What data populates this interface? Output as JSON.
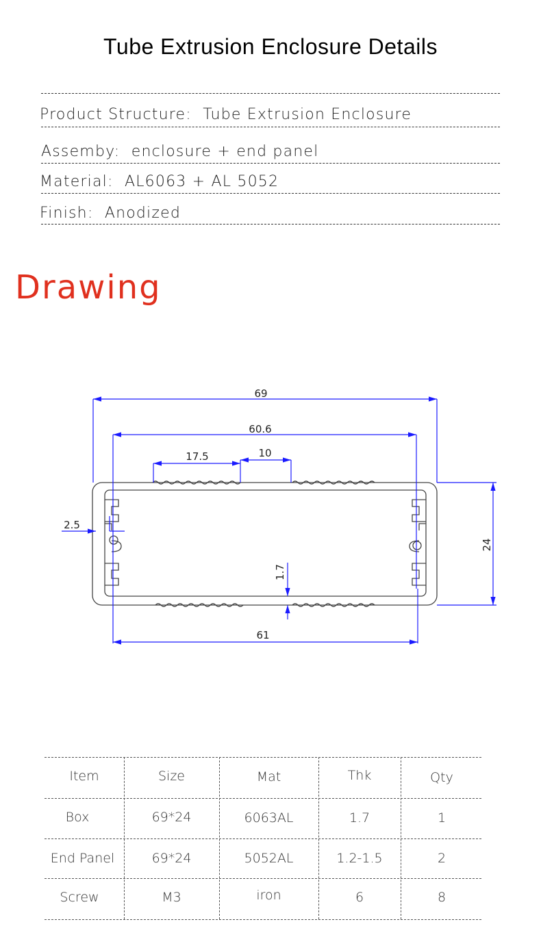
{
  "title": "Tube Extrusion Enclosure Details",
  "specs": [
    "Product Structure:  Tube Extrusion Enclosure",
    "Assemby:  enclosure + end panel",
    "Material:  AL6063 + AL 5052",
    "Finish:  Anodized"
  ],
  "drawing_heading": "Drawing",
  "dimensions": {
    "overall_width": "69",
    "inner_width": "60.6",
    "groove_offset": "17.5",
    "groove_gap": "10",
    "side_wall": "2.5",
    "wall_thickness": "1.7",
    "height": "24",
    "bottom_width": "61"
  },
  "colors": {
    "dimension": "#1a1aff",
    "heading": "#e0301e",
    "outline": "#444444"
  },
  "table": {
    "headers": [
      "Item",
      "Size",
      "Mat",
      "Thk",
      "Qty"
    ],
    "rows": [
      [
        "Box",
        "69*24",
        "6063AL",
        "1.7",
        "1"
      ],
      [
        "End Panel",
        "69*24",
        "5052AL",
        "1.2-1.5",
        "2"
      ],
      [
        "Screw",
        "M3",
        "iron",
        "6",
        "8"
      ]
    ]
  }
}
